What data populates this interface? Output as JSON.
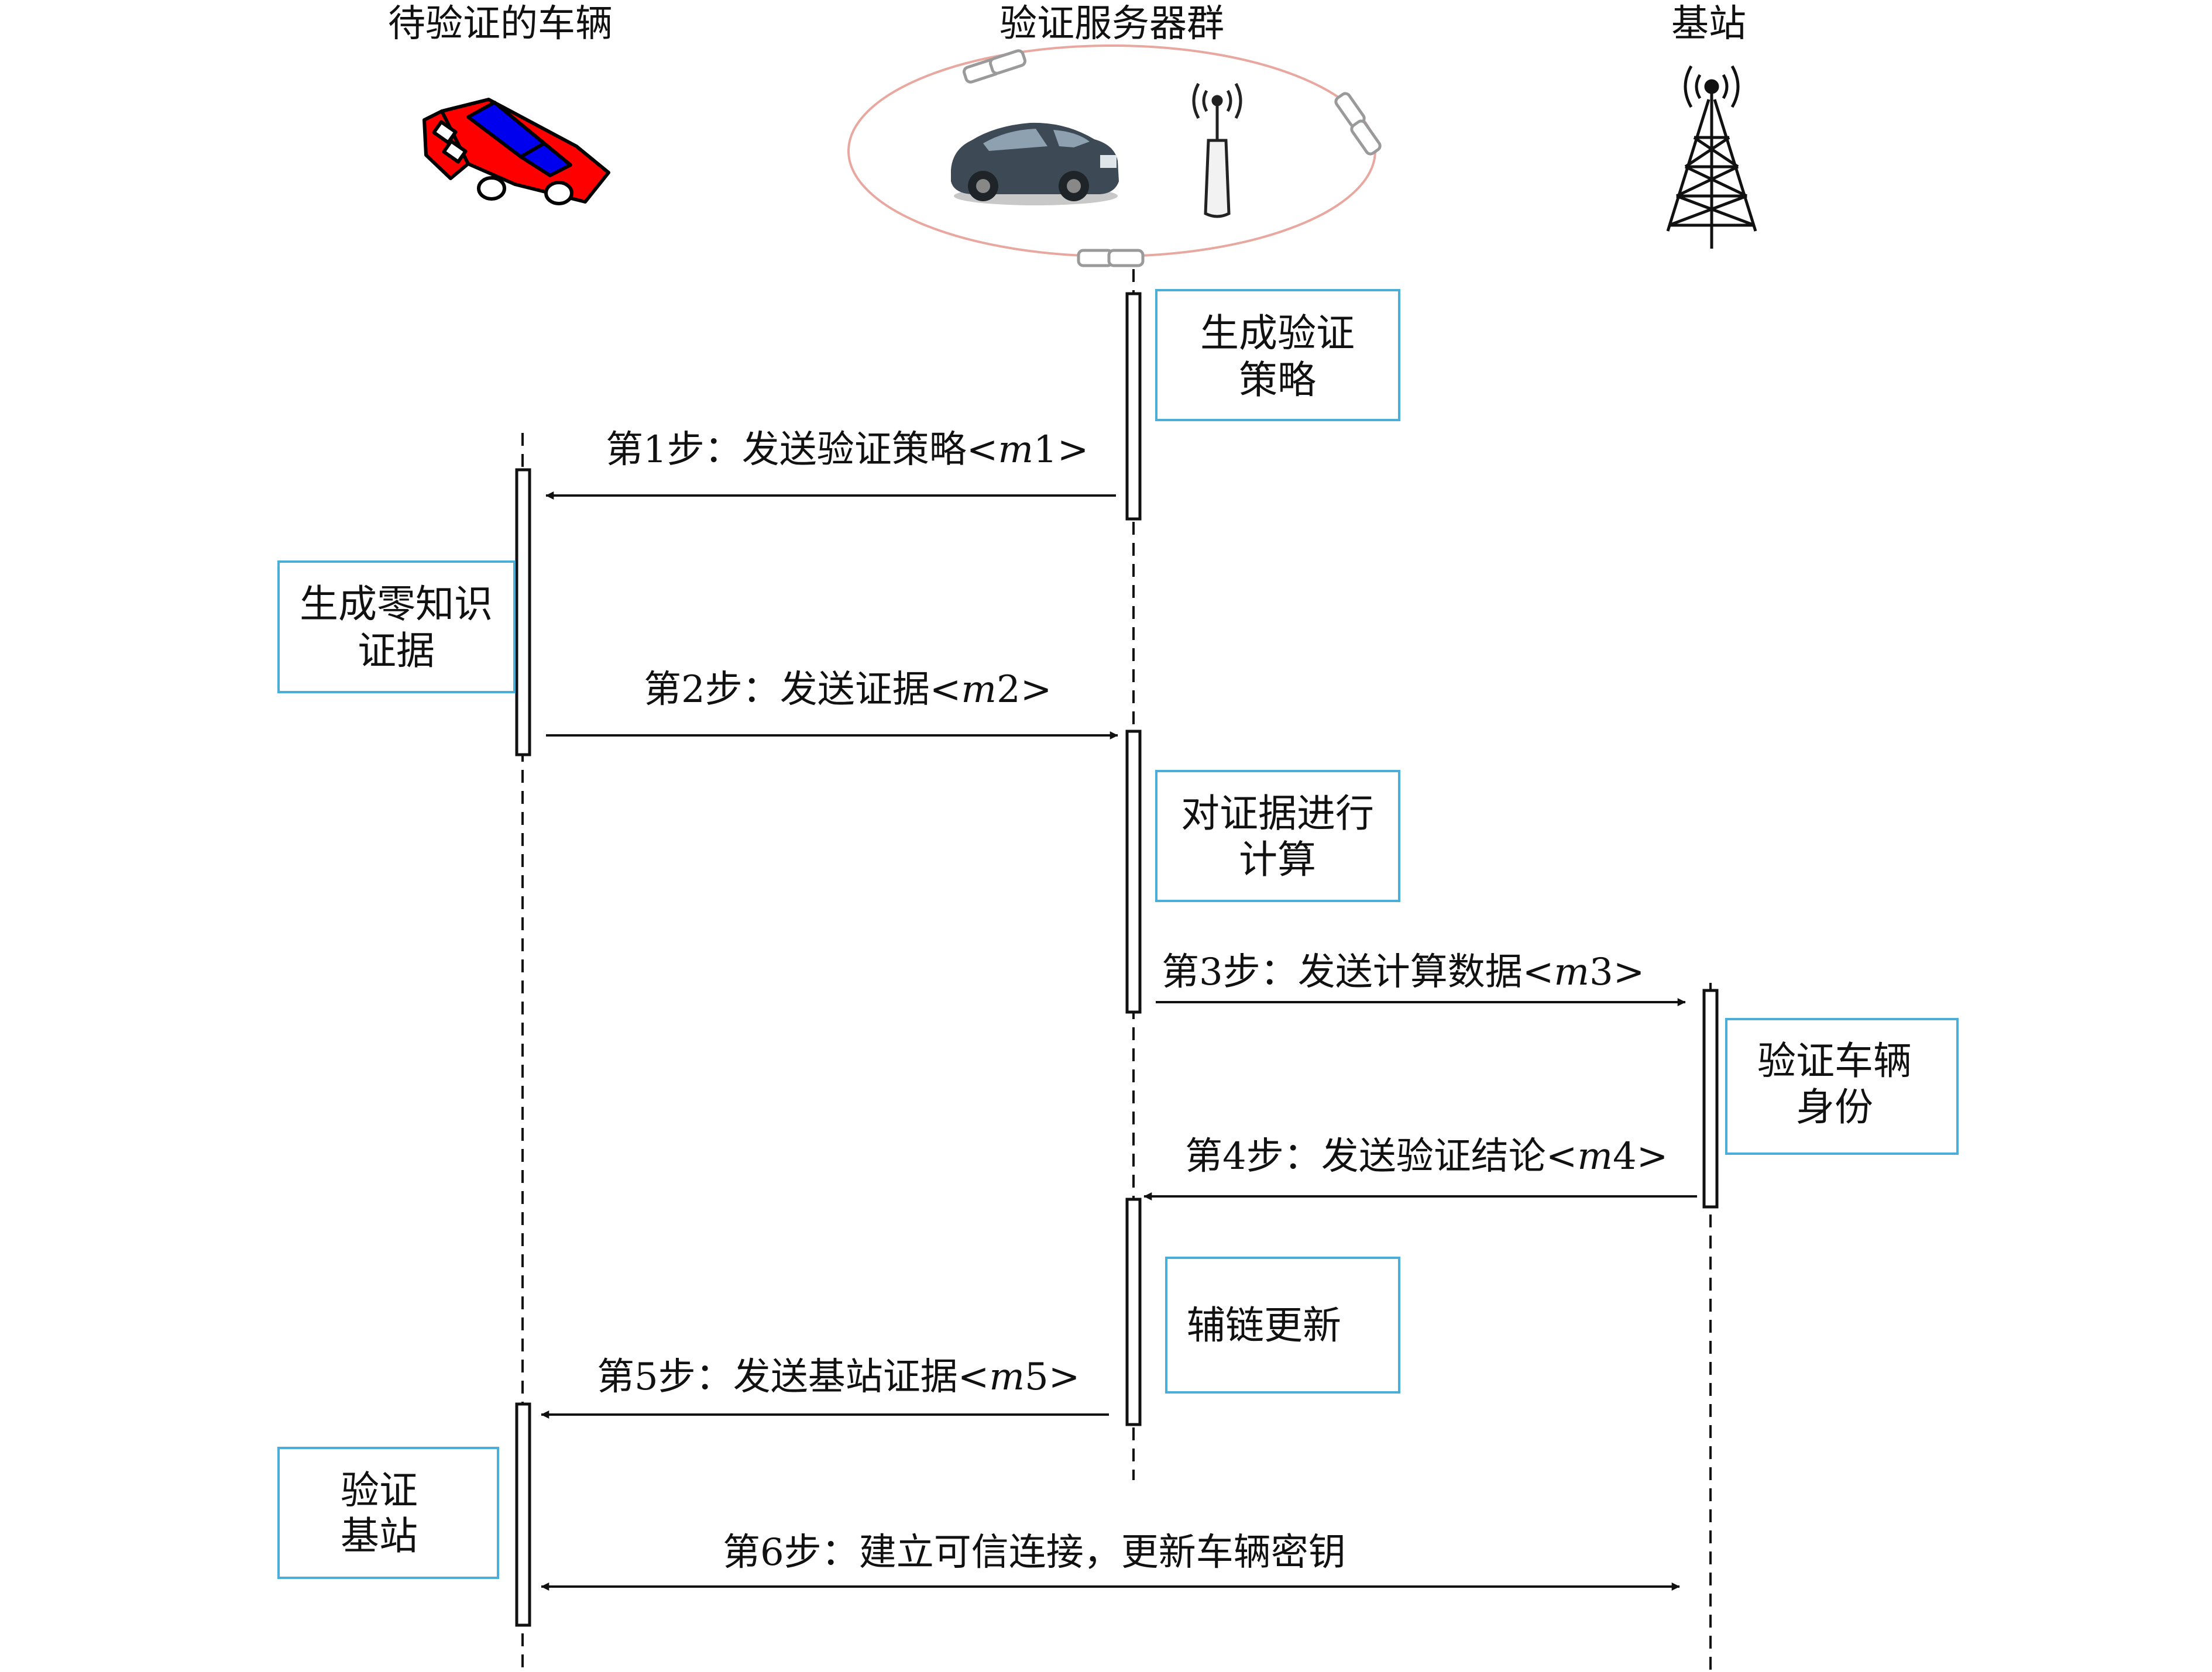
{
  "participants": [
    {
      "id": "vehicle",
      "label": "待验证的车辆"
    },
    {
      "id": "servers",
      "label": "验证服务器群"
    },
    {
      "id": "base",
      "label": "基站"
    }
  ],
  "notes": {
    "gen_policy": [
      "生成验证",
      "策略"
    ],
    "gen_proof": [
      "生成零知识",
      "证据"
    ],
    "compute": [
      "对证据进行",
      "计算"
    ],
    "verify_vehicle": [
      "验证车辆",
      "身份"
    ],
    "update_chain": [
      "辅链更新"
    ],
    "verify_base": [
      "验证",
      "基站"
    ]
  },
  "messages": {
    "m1": {
      "prefix": "第1步：发送验证策略",
      "var": "m",
      "num": "1"
    },
    "m2": {
      "prefix": "第2步：发送证据",
      "var": "m",
      "num": "2"
    },
    "m3": {
      "prefix": "第3步：发送计算数据",
      "var": "m",
      "num": "3"
    },
    "m4": {
      "prefix": "第4步：发送验证结论",
      "var": "m",
      "num": "4"
    },
    "m5": {
      "prefix": "第5步：发送基站证据",
      "var": "m",
      "num": "5"
    },
    "m6": {
      "text": "第6步：建立可信连接，更新车辆密钥"
    }
  },
  "colors": {
    "note_border": "#4aaed8",
    "vehicle_red": "#ff0000",
    "vehicle_blue": "#0000ee",
    "ellipse": "#e8a8a0",
    "line": "#111111"
  }
}
